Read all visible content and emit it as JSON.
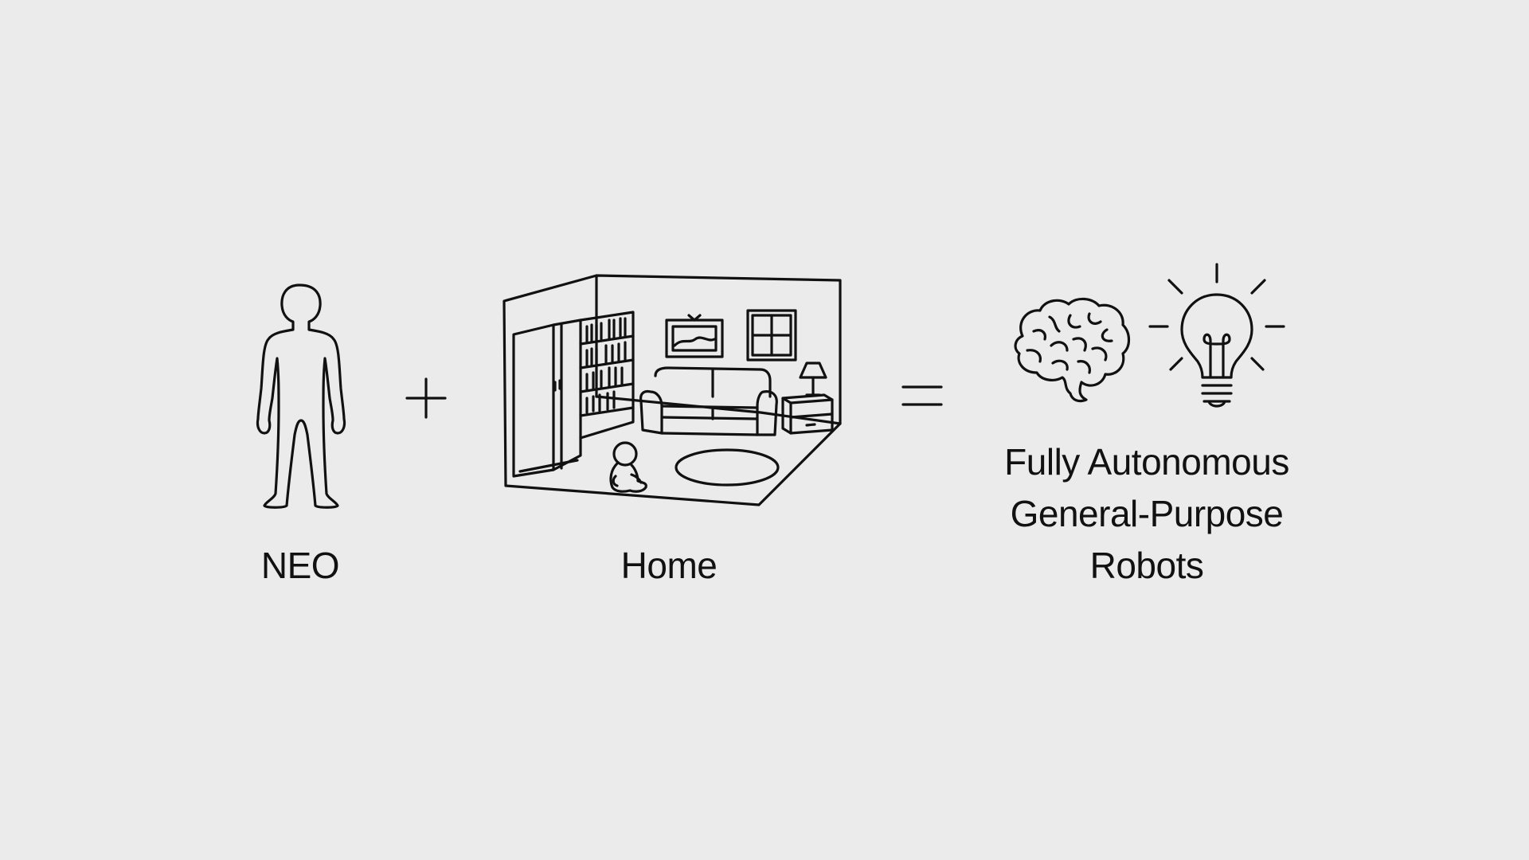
{
  "equation": {
    "term_1": {
      "label": "NEO",
      "icon": "humanoid-figure-icon"
    },
    "operator_1": {
      "symbol": "plus-icon"
    },
    "term_2": {
      "label": "Home",
      "icon": "living-room-icon"
    },
    "operator_2": {
      "symbol": "equals-icon"
    },
    "result": {
      "label": "Fully Autonomous\nGeneral-Purpose\nRobots",
      "icons": [
        "brain-icon",
        "lightbulb-icon"
      ]
    }
  },
  "colors": {
    "background": "#ebebeb",
    "ink": "#111111"
  }
}
